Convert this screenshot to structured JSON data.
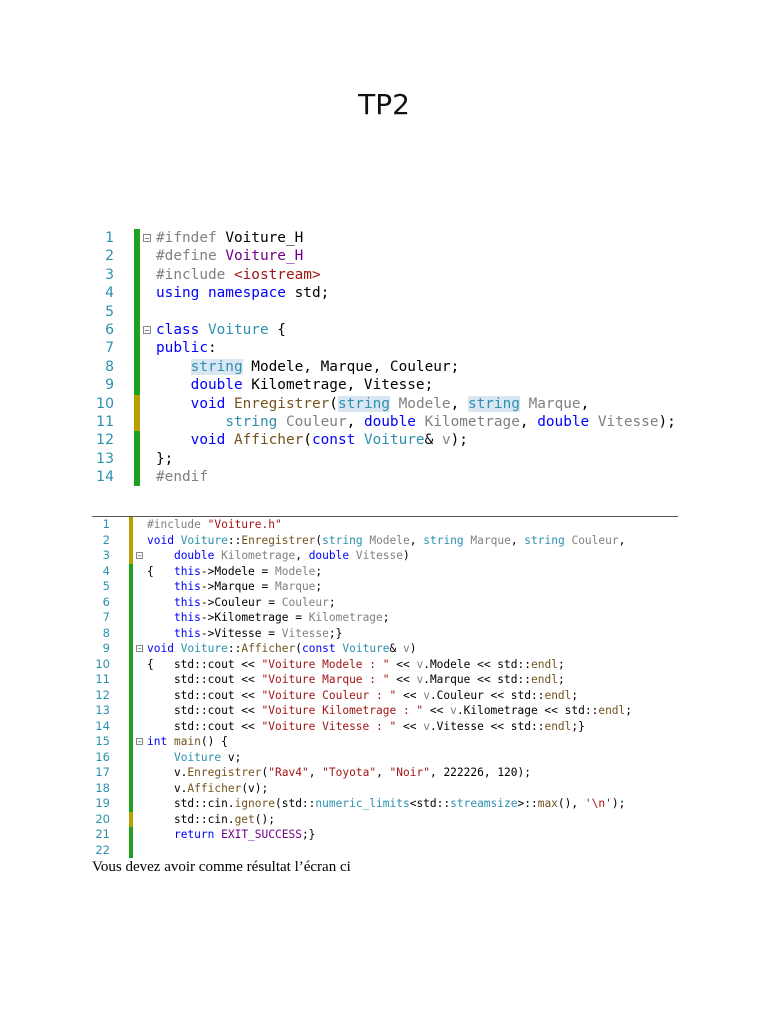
{
  "document": {
    "title": "TP2",
    "result_text": "Vous devez avoir comme résultat l’écran ci"
  },
  "header_file": {
    "lines": [
      {
        "n": "1",
        "bar": "green",
        "fold": "−",
        "tokens": [
          [
            "pp",
            "#ifndef "
          ],
          [
            "",
            "Voiture_H"
          ]
        ]
      },
      {
        "n": "2",
        "bar": "green",
        "fold": "",
        "tokens": [
          [
            "pp",
            "#define "
          ],
          [
            "mac",
            "Voiture_H"
          ]
        ]
      },
      {
        "n": "3",
        "bar": "green",
        "fold": "",
        "tokens": [
          [
            "pp",
            "#include "
          ],
          [
            "st",
            "<iostream>"
          ]
        ]
      },
      {
        "n": "4",
        "bar": "green",
        "fold": "",
        "tokens": [
          [
            "kw",
            "using namespace "
          ],
          [
            "",
            "std;"
          ]
        ]
      },
      {
        "n": "5",
        "bar": "green",
        "fold": "",
        "tokens": []
      },
      {
        "n": "6",
        "bar": "green",
        "fold": "−",
        "tokens": [
          [
            "kw",
            "class "
          ],
          [
            "ty",
            "Voiture"
          ],
          [
            "",
            " {"
          ]
        ]
      },
      {
        "n": "7",
        "bar": "green",
        "fold": "",
        "tokens": [
          [
            "kw",
            "public"
          ],
          [
            "",
            ":"
          ]
        ]
      },
      {
        "n": "8",
        "bar": "green",
        "fold": "",
        "tokens": [
          [
            "",
            "    "
          ],
          [
            "ty hl",
            "string"
          ],
          [
            "",
            " Modele, Marque, Couleur;"
          ]
        ]
      },
      {
        "n": "9",
        "bar": "green",
        "fold": "",
        "tokens": [
          [
            "",
            "    "
          ],
          [
            "kw",
            "double"
          ],
          [
            "",
            " Kilometrage, Vitesse;"
          ]
        ]
      },
      {
        "n": "10",
        "bar": "yellow",
        "fold": "",
        "tokens": [
          [
            "",
            "    "
          ],
          [
            "kw",
            "void "
          ],
          [
            "fn",
            "Enregistrer"
          ],
          [
            "",
            "("
          ],
          [
            "ty hl",
            "string"
          ],
          [
            "pa",
            " Modele"
          ],
          [
            "",
            ", "
          ],
          [
            "ty hl",
            "string"
          ],
          [
            "pa",
            " Marque"
          ],
          [
            "",
            ","
          ]
        ]
      },
      {
        "n": "11",
        "bar": "yellow",
        "fold": "",
        "tokens": [
          [
            "",
            "        "
          ],
          [
            "ty",
            "string"
          ],
          [
            "pa",
            " Couleur"
          ],
          [
            "",
            ", "
          ],
          [
            "kw",
            "double"
          ],
          [
            "pa",
            " Kilometrage"
          ],
          [
            "",
            ", "
          ],
          [
            "kw",
            "double"
          ],
          [
            "pa",
            " Vitesse"
          ],
          [
            "",
            ");"
          ]
        ]
      },
      {
        "n": "12",
        "bar": "green",
        "fold": "",
        "tokens": [
          [
            "",
            "    "
          ],
          [
            "kw",
            "void "
          ],
          [
            "fn",
            "Afficher"
          ],
          [
            "",
            "("
          ],
          [
            "kw",
            "const "
          ],
          [
            "ty",
            "Voiture"
          ],
          [
            "",
            "& "
          ],
          [
            "pa",
            "v"
          ],
          [
            "",
            ");"
          ]
        ]
      },
      {
        "n": "13",
        "bar": "green",
        "fold": "",
        "tokens": [
          [
            "",
            "};"
          ]
        ]
      },
      {
        "n": "14",
        "bar": "green",
        "fold": "",
        "tokens": [
          [
            "pp",
            "#endif"
          ]
        ]
      }
    ]
  },
  "source_file": {
    "lines": [
      {
        "n": "1",
        "bar": "yellow",
        "fold": "",
        "tokens": [
          [
            "pp",
            "#include "
          ],
          [
            "st",
            "\"Voiture.h\""
          ]
        ]
      },
      {
        "n": "2",
        "bar": "yellow",
        "fold": "",
        "tokens": [
          [
            "kw",
            "void "
          ],
          [
            "ty",
            "Voiture"
          ],
          [
            "",
            "::"
          ],
          [
            "fn",
            "Enregistrer"
          ],
          [
            "",
            "("
          ],
          [
            "ty",
            "string"
          ],
          [
            "pa",
            " Modele"
          ],
          [
            "",
            ", "
          ],
          [
            "ty",
            "string"
          ],
          [
            "pa",
            " Marque"
          ],
          [
            "",
            ", "
          ],
          [
            "ty",
            "string"
          ],
          [
            "pa",
            " Couleur"
          ],
          [
            "",
            ","
          ]
        ]
      },
      {
        "n": "3",
        "bar": "yellow",
        "fold": "−",
        "tokens": [
          [
            "",
            "    "
          ],
          [
            "kw",
            "double"
          ],
          [
            "pa",
            " Kilometrage"
          ],
          [
            "",
            ", "
          ],
          [
            "kw",
            "double"
          ],
          [
            "pa",
            " Vitesse"
          ],
          [
            "",
            ")"
          ]
        ]
      },
      {
        "n": "4",
        "bar": "green",
        "fold": "",
        "tokens": [
          [
            "",
            "{   "
          ],
          [
            "kw",
            "this"
          ],
          [
            "",
            "->Modele = "
          ],
          [
            "pa",
            "Modele"
          ],
          [
            "",
            ";"
          ]
        ]
      },
      {
        "n": "5",
        "bar": "green",
        "fold": "",
        "tokens": [
          [
            "",
            "    "
          ],
          [
            "kw",
            "this"
          ],
          [
            "",
            "->Marque = "
          ],
          [
            "pa",
            "Marque"
          ],
          [
            "",
            ";"
          ]
        ]
      },
      {
        "n": "6",
        "bar": "green",
        "fold": "",
        "tokens": [
          [
            "",
            "    "
          ],
          [
            "kw",
            "this"
          ],
          [
            "",
            "->Couleur = "
          ],
          [
            "pa",
            "Couleur"
          ],
          [
            "",
            ";"
          ]
        ]
      },
      {
        "n": "7",
        "bar": "green",
        "fold": "",
        "tokens": [
          [
            "",
            "    "
          ],
          [
            "kw",
            "this"
          ],
          [
            "",
            "->Kilometrage = "
          ],
          [
            "pa",
            "Kilometrage"
          ],
          [
            "",
            ";"
          ]
        ]
      },
      {
        "n": "8",
        "bar": "green",
        "fold": "",
        "tokens": [
          [
            "",
            "    "
          ],
          [
            "kw",
            "this"
          ],
          [
            "",
            "->Vitesse = "
          ],
          [
            "pa",
            "Vitesse"
          ],
          [
            "",
            ";}"
          ]
        ]
      },
      {
        "n": "9",
        "bar": "green",
        "fold": "−",
        "tokens": [
          [
            "kw",
            "void "
          ],
          [
            "ty",
            "Voiture"
          ],
          [
            "",
            "::"
          ],
          [
            "fn",
            "Afficher"
          ],
          [
            "",
            "("
          ],
          [
            "kw",
            "const "
          ],
          [
            "ty",
            "Voiture"
          ],
          [
            "",
            "& "
          ],
          [
            "pa",
            "v"
          ],
          [
            "",
            ")"
          ]
        ]
      },
      {
        "n": "10",
        "bar": "green",
        "fold": "",
        "tokens": [
          [
            "",
            "{   std::cout << "
          ],
          [
            "st",
            "\"Voiture Modele : \""
          ],
          [
            "",
            " << "
          ],
          [
            "pa",
            "v"
          ],
          [
            "",
            ".Modele << std::"
          ],
          [
            "fn",
            "endl"
          ],
          [
            "",
            ";"
          ]
        ]
      },
      {
        "n": "11",
        "bar": "green",
        "fold": "",
        "tokens": [
          [
            "",
            "    std::cout << "
          ],
          [
            "st",
            "\"Voiture Marque : \""
          ],
          [
            "",
            " << "
          ],
          [
            "pa",
            "v"
          ],
          [
            "",
            ".Marque << std::"
          ],
          [
            "fn",
            "endl"
          ],
          [
            "",
            ";"
          ]
        ]
      },
      {
        "n": "12",
        "bar": "green",
        "fold": "",
        "tokens": [
          [
            "",
            "    std::cout << "
          ],
          [
            "st",
            "\"Voiture Couleur : \""
          ],
          [
            "",
            " << "
          ],
          [
            "pa",
            "v"
          ],
          [
            "",
            ".Couleur << std::"
          ],
          [
            "fn",
            "endl"
          ],
          [
            "",
            ";"
          ]
        ]
      },
      {
        "n": "13",
        "bar": "green",
        "fold": "",
        "tokens": [
          [
            "",
            "    std::cout << "
          ],
          [
            "st",
            "\"Voiture Kilometrage : \""
          ],
          [
            "",
            " << "
          ],
          [
            "pa",
            "v"
          ],
          [
            "",
            ".Kilometrage << std::"
          ],
          [
            "fn",
            "endl"
          ],
          [
            "",
            ";"
          ]
        ]
      },
      {
        "n": "14",
        "bar": "green",
        "fold": "",
        "tokens": [
          [
            "",
            "    std::cout << "
          ],
          [
            "st",
            "\"Voiture Vitesse : \""
          ],
          [
            "",
            " << "
          ],
          [
            "pa",
            "v"
          ],
          [
            "",
            ".Vitesse << std::"
          ],
          [
            "fn",
            "endl"
          ],
          [
            "",
            ";}"
          ]
        ]
      },
      {
        "n": "15",
        "bar": "green",
        "fold": "−",
        "tokens": [
          [
            "kw",
            "int "
          ],
          [
            "fn",
            "main"
          ],
          [
            "",
            "() {"
          ]
        ]
      },
      {
        "n": "16",
        "bar": "green",
        "fold": "",
        "tokens": [
          [
            "",
            "    "
          ],
          [
            "ty",
            "Voiture"
          ],
          [
            "",
            " v;"
          ]
        ]
      },
      {
        "n": "17",
        "bar": "green",
        "fold": "",
        "tokens": [
          [
            "",
            "    v."
          ],
          [
            "fn",
            "Enregistrer"
          ],
          [
            "",
            "("
          ],
          [
            "st",
            "\"Rav4\""
          ],
          [
            "",
            ", "
          ],
          [
            "st",
            "\"Toyota\""
          ],
          [
            "",
            ", "
          ],
          [
            "st",
            "\"Noir\""
          ],
          [
            "",
            ", 222226, 120);"
          ]
        ]
      },
      {
        "n": "18",
        "bar": "green",
        "fold": "",
        "tokens": [
          [
            "",
            "    v."
          ],
          [
            "fn",
            "Afficher"
          ],
          [
            "",
            "(v);"
          ]
        ]
      },
      {
        "n": "19",
        "bar": "green",
        "fold": "",
        "tokens": [
          [
            "",
            "    std::cin."
          ],
          [
            "fn",
            "ignore"
          ],
          [
            "",
            "(std::"
          ],
          [
            "ty",
            "numeric_limits"
          ],
          [
            "",
            "<std::"
          ],
          [
            "ty",
            "streamsize"
          ],
          [
            "",
            ">::"
          ],
          [
            "fn",
            "max"
          ],
          [
            "",
            "(), "
          ],
          [
            "st",
            "'\\n'"
          ],
          [
            "",
            ");"
          ]
        ]
      },
      {
        "n": "20",
        "bar": "yellow",
        "fold": "",
        "tokens": [
          [
            "",
            "    std::cin."
          ],
          [
            "fn",
            "get"
          ],
          [
            "",
            "();"
          ]
        ]
      },
      {
        "n": "21",
        "bar": "green",
        "fold": "",
        "tokens": [
          [
            "",
            "    "
          ],
          [
            "kw",
            "return "
          ],
          [
            "mac",
            "EXIT_SUCCESS"
          ],
          [
            "",
            ";}"
          ]
        ]
      },
      {
        "n": "22",
        "bar": "green",
        "fold": "",
        "tokens": []
      }
    ]
  },
  "colors": {
    "keyword": "#0000ff",
    "type": "#2b91af",
    "string": "#a31515",
    "preprocessor": "#808080",
    "change_saved": "#20a020",
    "change_unsaved": "#b8a000"
  }
}
